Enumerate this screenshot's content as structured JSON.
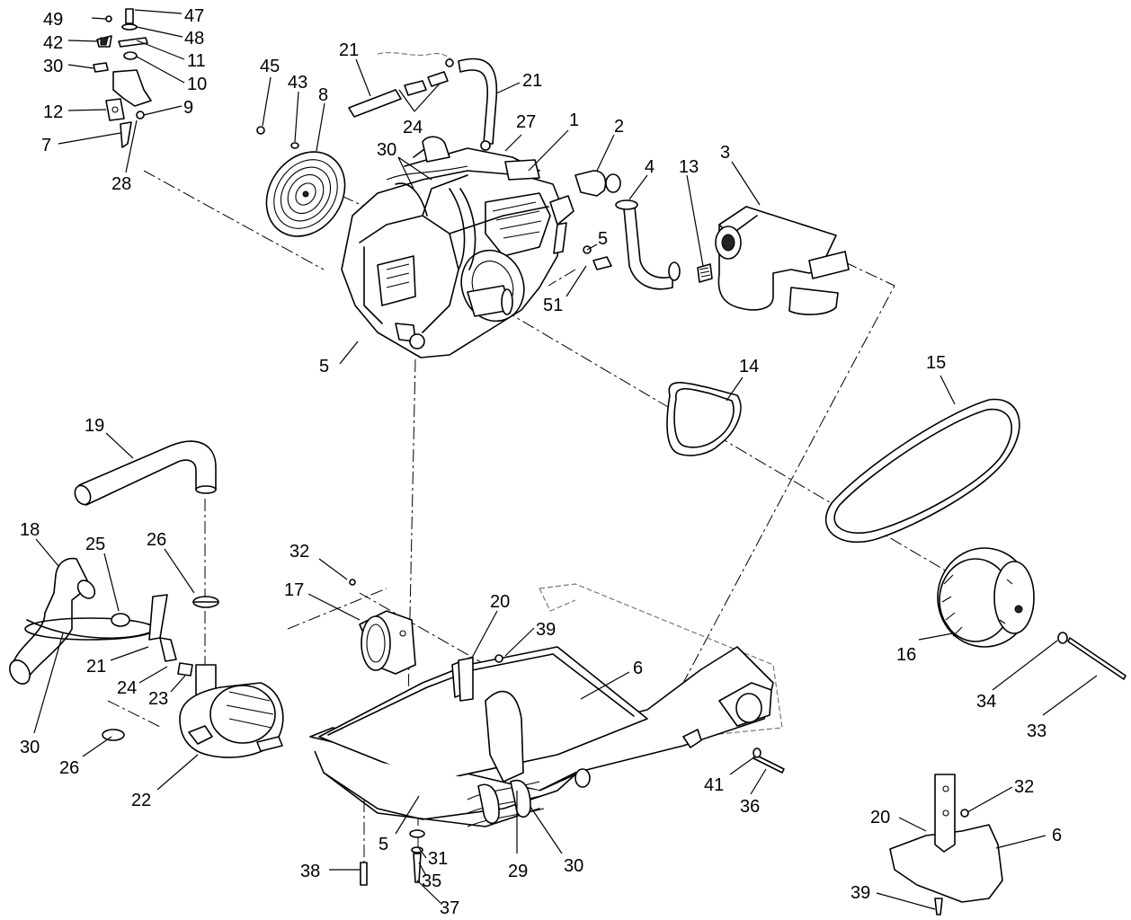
{
  "callouts": [
    {
      "id": "c49",
      "text": "49"
    },
    {
      "id": "c47",
      "text": "47"
    },
    {
      "id": "c42",
      "text": "42"
    },
    {
      "id": "c48",
      "text": "48"
    },
    {
      "id": "c30a",
      "text": "30"
    },
    {
      "id": "c11",
      "text": "11"
    },
    {
      "id": "c10",
      "text": "10"
    },
    {
      "id": "c12",
      "text": "12"
    },
    {
      "id": "c9",
      "text": "9"
    },
    {
      "id": "c7",
      "text": "7"
    },
    {
      "id": "c28",
      "text": "28"
    },
    {
      "id": "c45",
      "text": "45"
    },
    {
      "id": "c43",
      "text": "43"
    },
    {
      "id": "c8",
      "text": "8"
    },
    {
      "id": "c21a",
      "text": "21"
    },
    {
      "id": "c21b",
      "text": "21"
    },
    {
      "id": "c24a",
      "text": "24"
    },
    {
      "id": "c27",
      "text": "27"
    },
    {
      "id": "c1",
      "text": "1"
    },
    {
      "id": "c30b",
      "text": "30"
    },
    {
      "id": "c2",
      "text": "2"
    },
    {
      "id": "c4",
      "text": "4"
    },
    {
      "id": "c13",
      "text": "13"
    },
    {
      "id": "c3",
      "text": "3"
    },
    {
      "id": "c5a",
      "text": "5"
    },
    {
      "id": "c51",
      "text": "51"
    },
    {
      "id": "c5b",
      "text": "5"
    },
    {
      "id": "c14",
      "text": "14"
    },
    {
      "id": "c15",
      "text": "15"
    },
    {
      "id": "c19",
      "text": "19"
    },
    {
      "id": "c18",
      "text": "18"
    },
    {
      "id": "c25",
      "text": "25"
    },
    {
      "id": "c26a",
      "text": "26"
    },
    {
      "id": "c21c",
      "text": "21"
    },
    {
      "id": "c24b",
      "text": "24"
    },
    {
      "id": "c23",
      "text": "23"
    },
    {
      "id": "c30c",
      "text": "30"
    },
    {
      "id": "c26b",
      "text": "26"
    },
    {
      "id": "c22",
      "text": "22"
    },
    {
      "id": "c32a",
      "text": "32"
    },
    {
      "id": "c17",
      "text": "17"
    },
    {
      "id": "c20a",
      "text": "20"
    },
    {
      "id": "c39a",
      "text": "39"
    },
    {
      "id": "c6a",
      "text": "6"
    },
    {
      "id": "c16",
      "text": "16"
    },
    {
      "id": "c34",
      "text": "34"
    },
    {
      "id": "c33",
      "text": "33"
    },
    {
      "id": "c41",
      "text": "41"
    },
    {
      "id": "c36",
      "text": "36"
    },
    {
      "id": "c5c",
      "text": "5"
    },
    {
      "id": "c31",
      "text": "31"
    },
    {
      "id": "c35",
      "text": "35"
    },
    {
      "id": "c37",
      "text": "37"
    },
    {
      "id": "c38",
      "text": "38"
    },
    {
      "id": "c29",
      "text": "29"
    },
    {
      "id": "c30d",
      "text": "30"
    },
    {
      "id": "c32b",
      "text": "32"
    },
    {
      "id": "c20b",
      "text": "20"
    },
    {
      "id": "c6b",
      "text": "6"
    },
    {
      "id": "c39b",
      "text": "39"
    }
  ]
}
